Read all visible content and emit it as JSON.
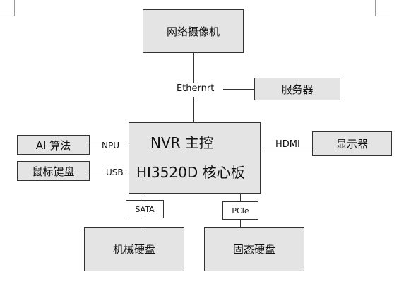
{
  "nodes": {
    "camera": "网络摄像机",
    "server": "服务器",
    "ai": "AI 算法",
    "mouse_keyboard": "鼠标键盘",
    "core_title": "NVR 主控",
    "core_subtitle": "HI3520D 核心板",
    "display": "显示器",
    "hdd": "机械硬盘",
    "ssd": "固态硬盘"
  },
  "links": {
    "ethernet": "Ethernrt",
    "npu": "NPU",
    "usb": "USB",
    "hdmi": "HDMI",
    "sata": "SATA",
    "pcie": "PCIe"
  }
}
